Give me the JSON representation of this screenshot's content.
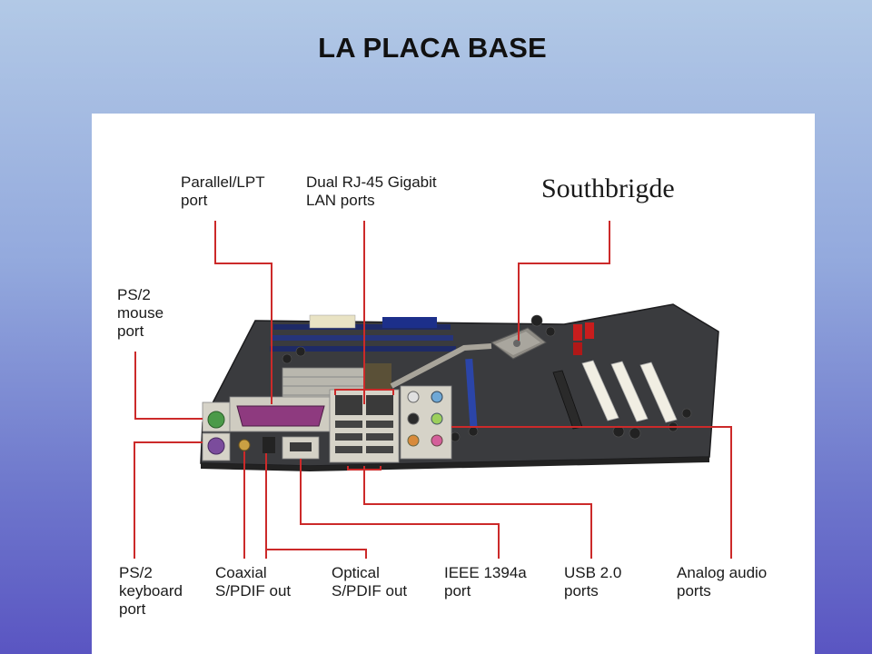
{
  "slide": {
    "title": "LA PLACA BASE"
  },
  "diagram": {
    "leader_color": "#cc2a2a",
    "labels": {
      "parallel": "Parallel/LPT\nport",
      "rj45": "Dual RJ-45 Gigabit\nLAN ports",
      "southbridge": "Southbrigde",
      "ps2_mouse": "PS/2\nmouse\nport",
      "ps2_keyboard": "PS/2\nkeyboard\nport",
      "coaxial": "Coaxial\nS/PDIF out",
      "optical": "Optical\nS/PDIF out",
      "ieee1394": "IEEE 1394a\nport",
      "usb": "USB 2.0\nports",
      "analog_audio": "Analog audio\nports"
    }
  }
}
